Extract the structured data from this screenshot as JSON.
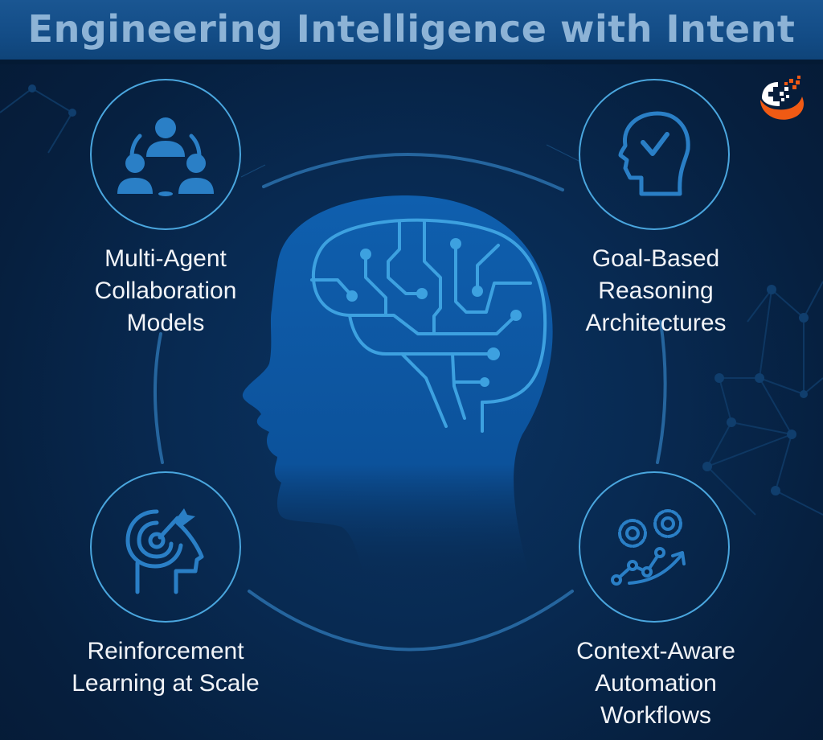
{
  "header": {
    "title": "Engineering Intelligence with Intent"
  },
  "logo": {
    "icon": "orange-globe-pixel-logo",
    "colors": {
      "primary": "#f05a14",
      "secondary": "#ffffff"
    }
  },
  "center": {
    "icon": "human-head-circuit-brain-icon"
  },
  "features": [
    {
      "icon": "multi-agent-people-icon",
      "lines": [
        "Multi-Agent",
        "Collaboration",
        "Models"
      ]
    },
    {
      "icon": "head-checkmark-icon",
      "lines": [
        "Goal-Based",
        "Reasoning",
        "Architectures"
      ]
    },
    {
      "icon": "head-target-arrow-icon",
      "lines": [
        "Reinforcement",
        "Learning at Scale"
      ]
    },
    {
      "icon": "gears-growth-chart-icon",
      "lines": [
        "Context-Aware",
        "Automation",
        "Workflows"
      ]
    }
  ],
  "colors": {
    "background": "#061f3e",
    "banner": "#134c86",
    "title_text": "#8db3d6",
    "accent": "#4aa6de",
    "head": "#0d5aa7",
    "label_text": "#f2f4f8"
  }
}
